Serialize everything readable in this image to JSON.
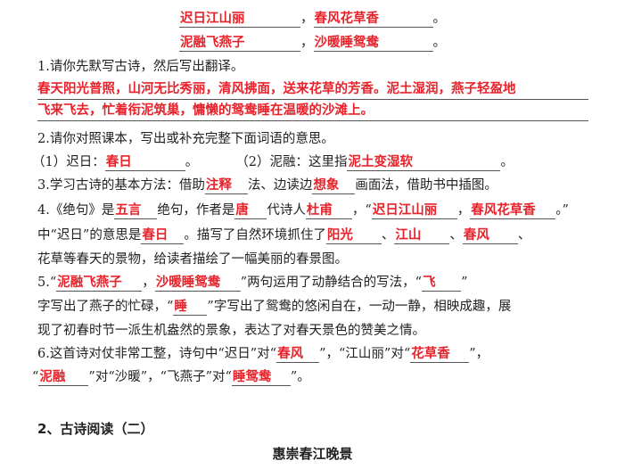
{
  "poem_lines": [
    {
      "a": "迟日江山丽",
      "sep": "，",
      "b": "春风花草香",
      "end": "。"
    },
    {
      "a": "泥融飞燕子",
      "sep": "，",
      "b": "沙暖睡鸳鸯",
      "end": "。"
    }
  ],
  "q1": {
    "prompt": "1.请你先默写古诗，然后写出翻译。",
    "answer_line1": "春天阳光普照，山河无比秀丽，清风拂面，送来花草的芳香。泥土湿润，燕子轻盈地",
    "answer_line2": "飞来飞去，忙着衔泥筑巢，慵懒的鸳鸯睡在温暖的沙滩上。"
  },
  "q2": {
    "prompt": "2.请你对照课本，写出或补充完整下面词语的意思。",
    "item1_label": "（1）迟日：",
    "item1_answer": "春日",
    "item1_end": "。",
    "item2_label": "（2）泥融：这里指",
    "item2_answer": "泥土变湿软",
    "item2_end": "。"
  },
  "q3": {
    "t1": "3.学习古诗的基本方法：借助",
    "a1": "注释",
    "t2": "法、边读边",
    "a2": "想象",
    "t3": "画面法，借助书中插图。"
  },
  "q4": {
    "t1": "4.《绝句》是",
    "a1": "五言",
    "t2": "绝句，作者是",
    "a2": "唐",
    "t3": "代诗人",
    "a3": "杜甫",
    "t4": "，“",
    "a4": "迟日江山丽",
    "t5": "，",
    "a5": "春风花草香",
    "t6": "。”",
    "t7": "中“迟日”的意思是",
    "a6": "春日",
    "t8": "。描写了自然环境抓住了",
    "a7": "阳光",
    "t9": "、",
    "a8": "江山",
    "t10": "、",
    "a9": "春风",
    "t11": "、",
    "t12": "花草等春天的景物，给读者描绘了一幅美丽的春景图。"
  },
  "q5": {
    "t1": "5.“",
    "a1": "泥融飞燕子",
    "t2": "，",
    "a2": "沙暖睡鸳鸯",
    "t3": "”两句运用了动静结合的写法，“",
    "a3": "飞",
    "t4": "”",
    "t5": "字写出了燕子的忙碌，“",
    "a4": "睡",
    "t6": "”字写出了鸳鸯的悠闲自在，一动一静，相映成趣，展",
    "t7": "现了初春时节一派生机盎然的景象，表达了对春天景色的赞美之情。"
  },
  "q6": {
    "t1": "6.这首诗对仗非常工整，诗句中“迟日”对“",
    "a1": "春风",
    "t2": "”，“江山丽”对“",
    "a2": "花草香",
    "t3": "”，",
    "t4": "“",
    "a3": "泥融",
    "t5": "”对“沙暖”，“飞燕子”对“",
    "a4": "睡鸳鸯",
    "t6": "”。"
  },
  "section2": {
    "heading": "2、古诗阅读（二）",
    "poem_title": "惠崇春江晚景"
  },
  "colors": {
    "answer_red": "#e8222a",
    "text": "#222222",
    "underline": "#555555"
  }
}
